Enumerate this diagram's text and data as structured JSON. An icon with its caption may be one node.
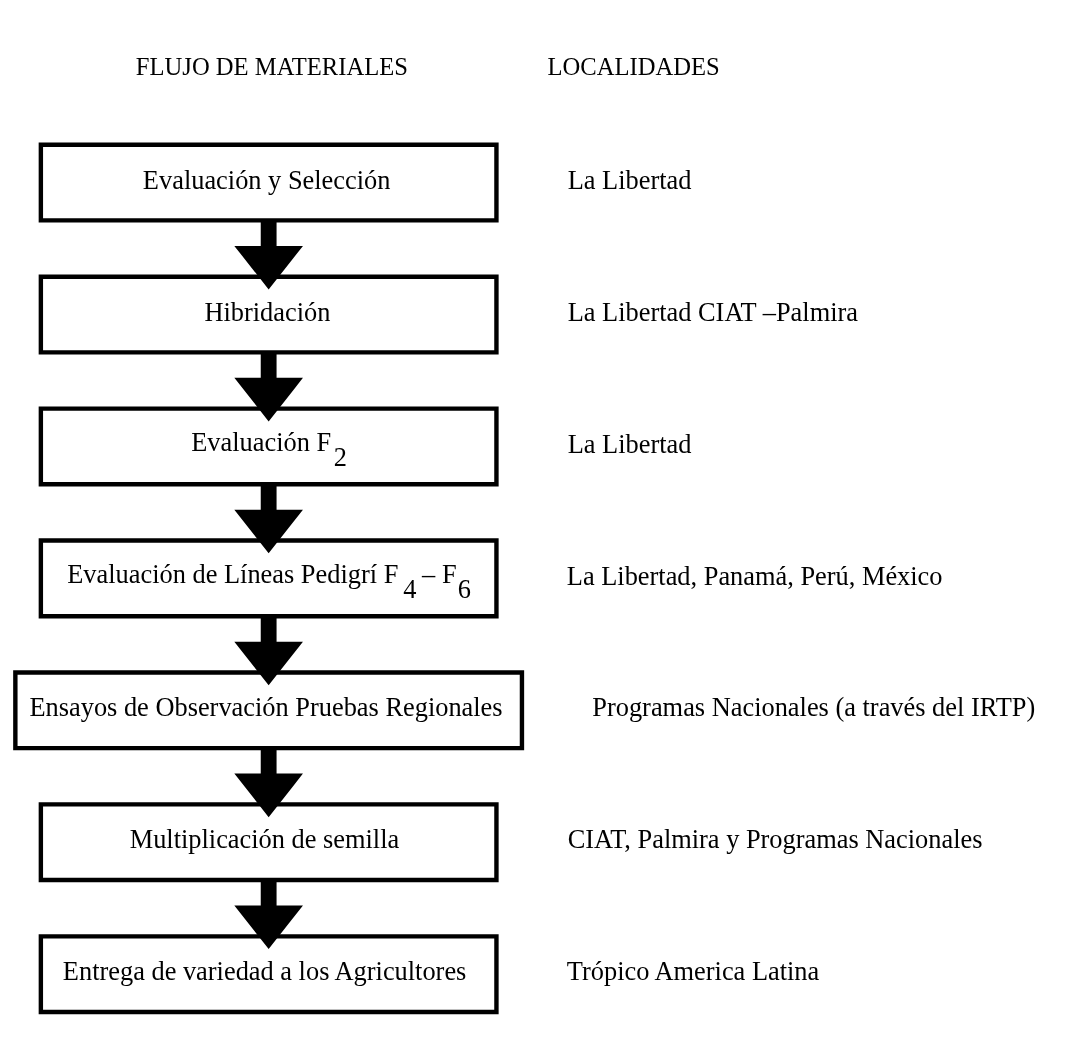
{
  "diagram": {
    "nodes": [
      {
        "text": [
          "Evaluación y Selección"
        ],
        "beside": [
          "La Libertad"
        ]
      },
      {
        "text": [
          "Hibridación"
        ],
        "beside": [
          "La Libertad CIAT –Palmira"
        ]
      },
      {
        "text": [
          "Evaluación F$_{2}$"
        ],
        "beside": [
          "La Libertad"
        ]
      },
      {
        "text": [
          "Evaluación de Líneas Pedigrí F$_{4}$ – F$_{6}$"
        ],
        "beside": [
          "La Libertad, Panamá, Perú, México"
        ]
      },
      {
        "text": [
          "Ensayos de Observación Pruebas Regionales"
        ],
        "beside": [
          "Programas Nacionales (a través del IRTP)"
        ]
      },
      {
        "text": [
          "Multiplicación de semilla"
        ],
        "beside": [
          "CIAT, Palmira y Programas Nacionales"
        ]
      },
      {
        "text": [
          "Entrega de variedad a los Agricultores"
        ],
        "beside": [
          "Trópico America Latina"
        ]
      }
    ],
    "edges": [
      {
        "from": 0,
        "to": 1,
        "arrow": "to"
      },
      {
        "from": 1,
        "to": 2,
        "arrow": "to"
      },
      {
        "from": 2,
        "to": 3,
        "arrow": "to"
      },
      {
        "from": 3,
        "to": 4,
        "arrow": "to"
      },
      {
        "from": 4,
        "to": 5,
        "arrow": "to"
      },
      {
        "from": 5,
        "to": 6,
        "arrow": "to"
      }
    ],
    "labels": [
      "FLUJO DE MATERIALES",
      "LOCALIDADES"
    ]
  }
}
